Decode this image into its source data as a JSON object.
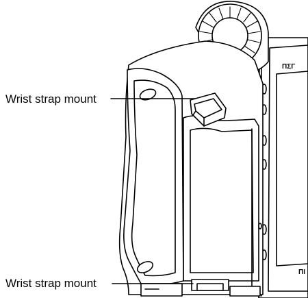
{
  "callouts": [
    {
      "label": "Wrist strap mount"
    },
    {
      "label": "Wrist strap mount"
    }
  ],
  "device_marks": {
    "upper_label": "ΠΣΓ",
    "lower_label": "ΠΙ"
  },
  "colors": {
    "line": "#000000",
    "fill": "#ffffff"
  }
}
